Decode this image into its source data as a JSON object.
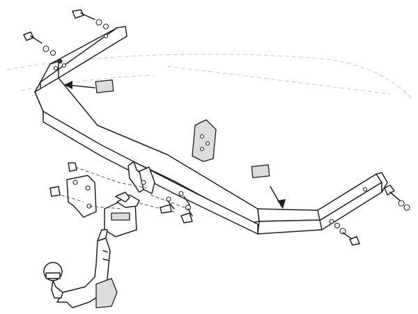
{
  "diagram": {
    "kind": "exploded assembly drawing",
    "arrows": 2,
    "pads": 2,
    "bolts": [
      "top-left",
      "top-center",
      "right",
      "right-lower",
      "center-1",
      "center-2",
      "center-3",
      "left-lower"
    ]
  }
}
